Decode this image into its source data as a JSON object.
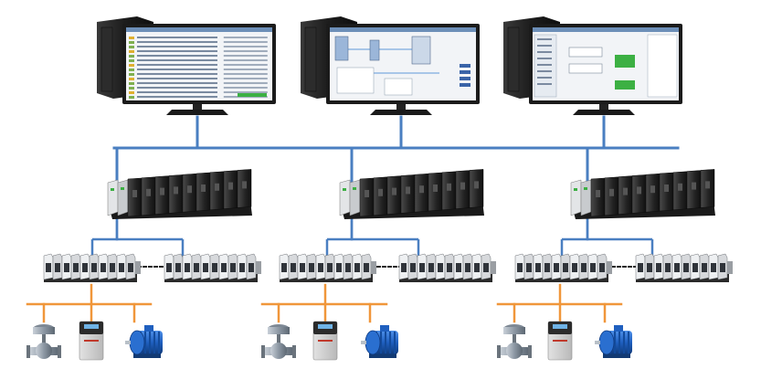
{
  "title": "",
  "colors": {
    "background": "#ffffff",
    "control_network": "#4a7fc1",
    "field_bus": "#f0963a",
    "io_link": "#4a7fc1",
    "io_extension_dotted": "#222222",
    "module_dark": "#2b2b2b",
    "module_light": "#d7d9dc",
    "monitor_frame": "#1b1b1b",
    "motor_blue": "#1f5fbf",
    "valve_steel": "#9aa5b1",
    "screen_bg": "#f2f4f7"
  },
  "workstations": [
    {
      "name": "workstation-1",
      "screen": "alarm-list",
      "icon": "desktop-computer-icon"
    },
    {
      "name": "workstation-2",
      "screen": "process-mimic",
      "icon": "desktop-computer-icon"
    },
    {
      "name": "workstation-3",
      "screen": "configuration-tool",
      "icon": "desktop-computer-icon"
    }
  ],
  "controller_groups": [
    {
      "name": "group-1",
      "controller": {
        "icon": "controller-rack-icon",
        "modules": 9
      },
      "io_racks": [
        {
          "icon": "io-rack-icon"
        },
        {
          "icon": "io-rack-icon"
        }
      ],
      "field_devices": [
        {
          "name": "control-valve",
          "icon": "control-valve-icon"
        },
        {
          "name": "variable-frequency-drive",
          "icon": "vfd-drive-icon"
        },
        {
          "name": "electric-motor",
          "icon": "electric-motor-icon"
        }
      ]
    },
    {
      "name": "group-2",
      "controller": {
        "icon": "controller-rack-icon",
        "modules": 9
      },
      "io_racks": [
        {
          "icon": "io-rack-icon"
        },
        {
          "icon": "io-rack-icon"
        }
      ],
      "field_devices": [
        {
          "name": "control-valve",
          "icon": "control-valve-icon"
        },
        {
          "name": "variable-frequency-drive",
          "icon": "vfd-drive-icon"
        },
        {
          "name": "electric-motor",
          "icon": "electric-motor-icon"
        }
      ]
    },
    {
      "name": "group-3",
      "controller": {
        "icon": "controller-rack-icon",
        "modules": 9
      },
      "io_racks": [
        {
          "icon": "io-rack-icon"
        },
        {
          "icon": "io-rack-icon"
        }
      ],
      "field_devices": [
        {
          "name": "control-valve",
          "icon": "control-valve-icon"
        },
        {
          "name": "variable-frequency-drive",
          "icon": "vfd-drive-icon"
        },
        {
          "name": "electric-motor",
          "icon": "electric-motor-icon"
        }
      ]
    }
  ]
}
